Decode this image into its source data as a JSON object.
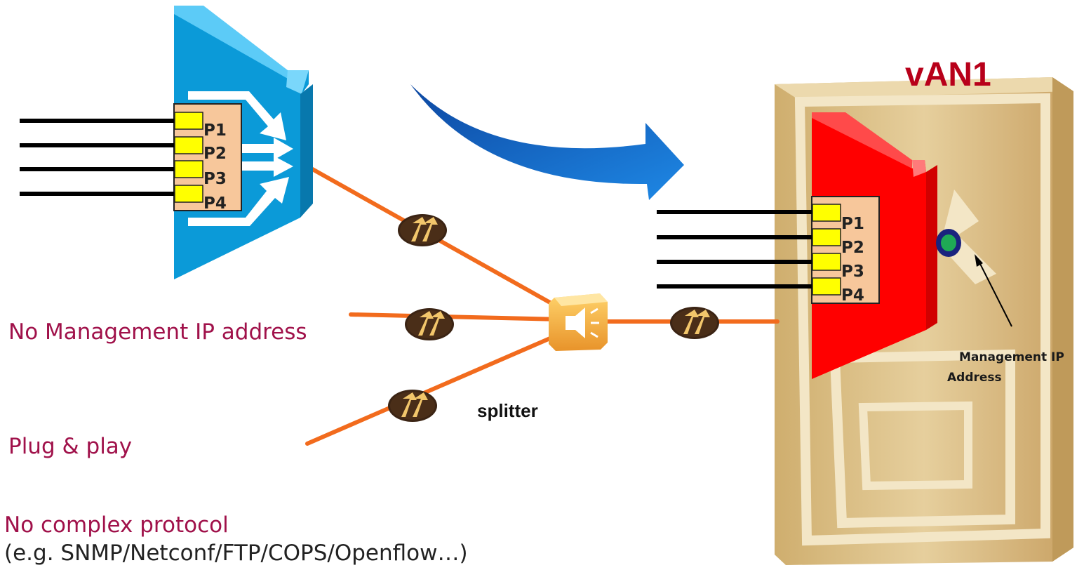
{
  "device_left": {
    "ports": [
      "P1",
      "P2",
      "P3",
      "P4"
    ]
  },
  "device_right": {
    "title": "vAN1",
    "ports": [
      "P1",
      "P2",
      "P3",
      "P4"
    ],
    "management_label_line1": "Management IP",
    "management_label_line2": "Address"
  },
  "splitter": {
    "label": "splitter"
  },
  "notes": {
    "no_management_ip": "No Management  IP address",
    "plug_and_play": "Plug & play",
    "no_complex_protocol": "No complex protocol",
    "protocol_examples": "(e.g. SNMP/Netconf/FTP/COPS/Openflow…)"
  },
  "colors": {
    "left_device": "#0b9ad8",
    "right_device": "#ff0000",
    "fiber": "#f26b1d",
    "port_slot": "#ffff00",
    "port_panel": "#f7c79b",
    "cabinet": "#dcbe85",
    "arrow": "#1565c0",
    "note_text": "#a0114a",
    "title_text": "#b8001a"
  },
  "icons": {
    "onu": "double-up-arrow-disc-icon",
    "splitter": "speaker-splitter-icon",
    "transition": "curved-arrow-icon",
    "cabinet": "server-cabinet-icon"
  }
}
